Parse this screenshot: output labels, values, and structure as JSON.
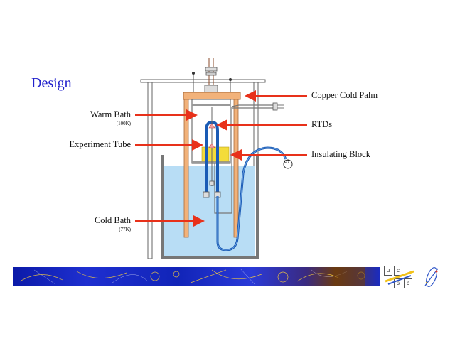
{
  "slide": {
    "title": "Design"
  },
  "labels": {
    "copper_cold_palm": "Copper Cold Palm",
    "warm_bath": "Warm Bath",
    "warm_bath_temp": "(100K)",
    "rtds": "RTDs",
    "experiment_tube": "Experiment Tube",
    "insulating_block": "Insulating Block",
    "cold_bath": "Cold Bath",
    "cold_bath_temp": "(77K)",
    "pressure_gauge": "P7"
  },
  "logo": {
    "letters": [
      "u",
      "c",
      "s",
      "b"
    ]
  },
  "colors": {
    "title": "#2222cc",
    "arrow": "#e8311a",
    "copper": "#f2b27a",
    "bath": "#b8ddf5",
    "tube": "#1a5bb5",
    "insulation": "#f4dc3a"
  }
}
